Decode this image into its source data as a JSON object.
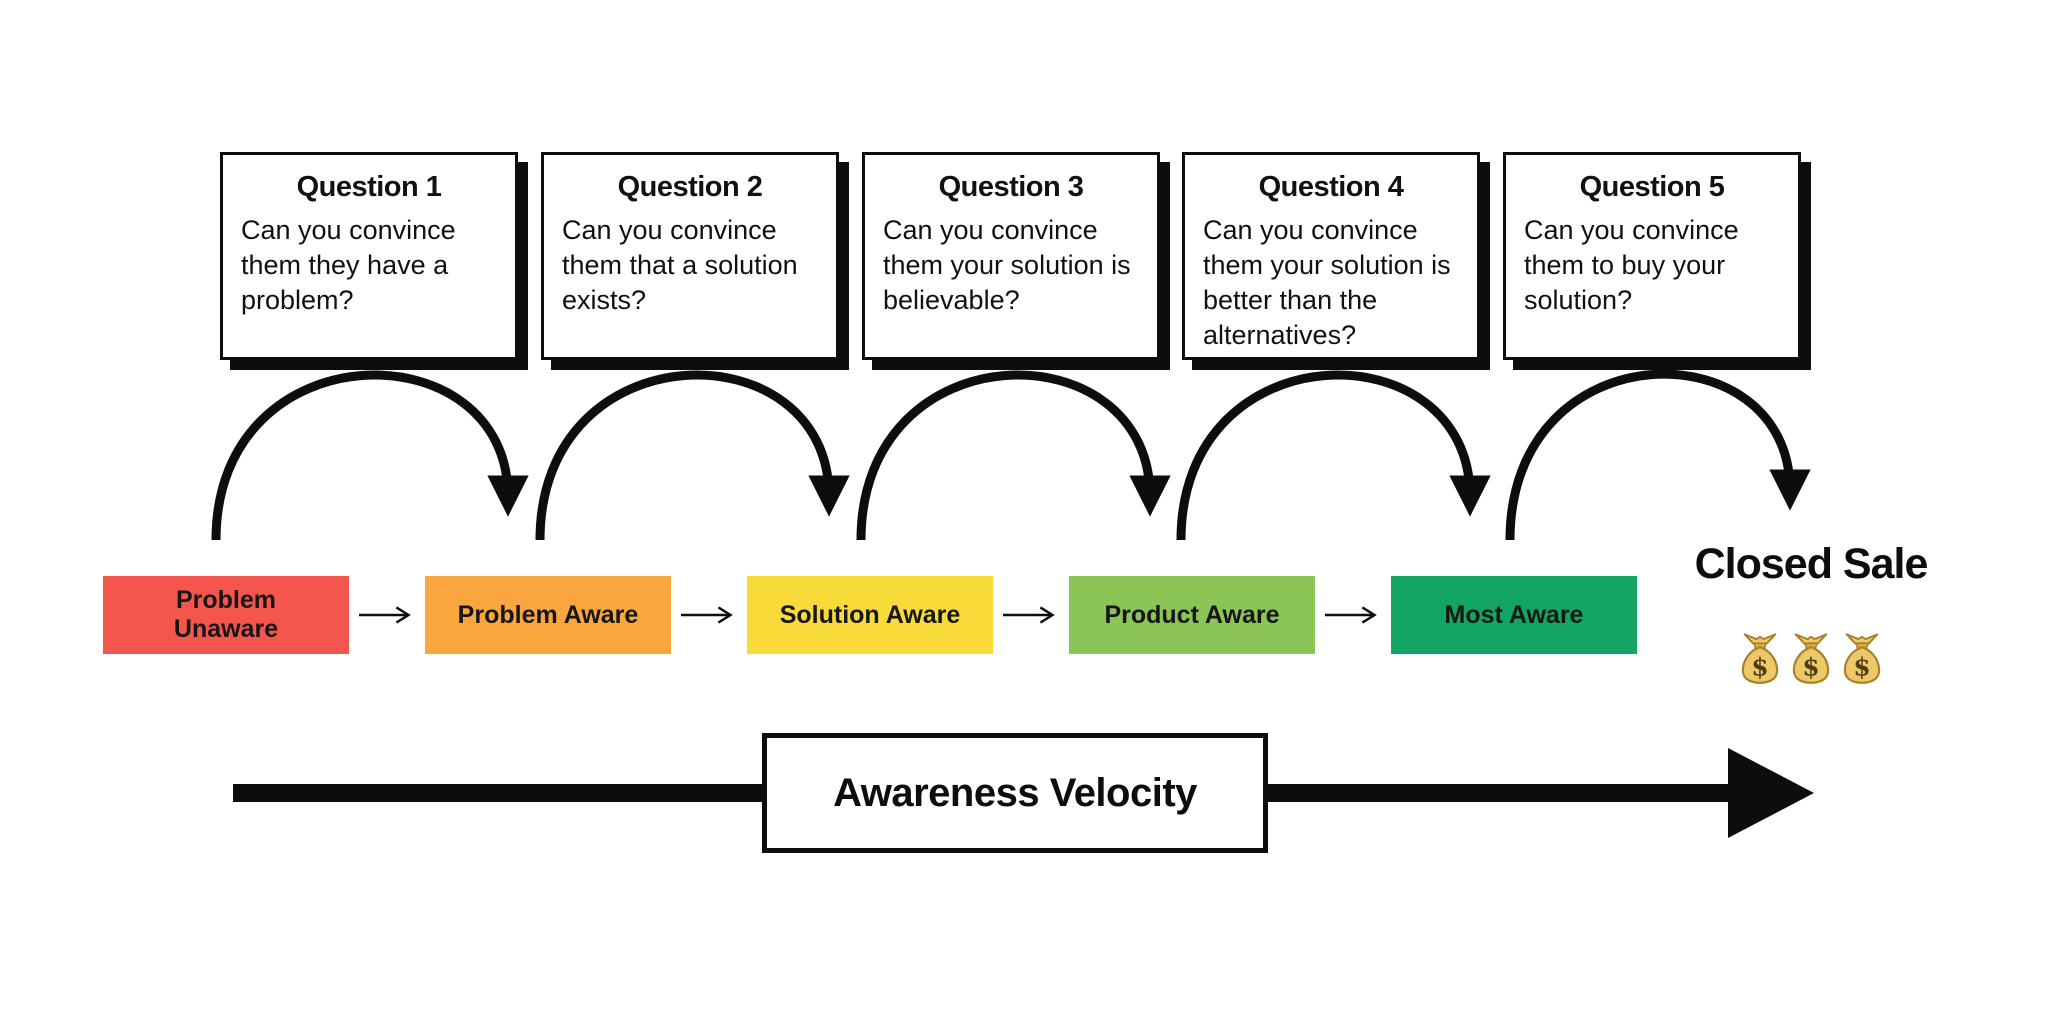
{
  "questions": [
    {
      "title": "Question 1",
      "body": "Can you convince them they have a problem?"
    },
    {
      "title": "Question 2",
      "body": "Can you convince them that a solution exists?"
    },
    {
      "title": "Question 3",
      "body": "Can you convince them your solution is believable?"
    },
    {
      "title": "Question 4",
      "body": "Can you convince them your solution is better than the alternatives?"
    },
    {
      "title": "Question 5",
      "body": "Can you convince them to buy your solution?"
    }
  ],
  "stages": [
    {
      "label": "Problem Unaware",
      "color": "#F4564D"
    },
    {
      "label": "Problem Aware",
      "color": "#F9A63E"
    },
    {
      "label": "Solution Aware",
      "color": "#F8DA39"
    },
    {
      "label": "Product Aware",
      "color": "#8CC557"
    },
    {
      "label": "Most Aware",
      "color": "#12A563"
    }
  ],
  "closed_sale": {
    "label": "Closed Sale",
    "money_bag_icon": "money-bag-icon",
    "money_bag_count": 3
  },
  "velocity": {
    "label": "Awareness Velocity"
  },
  "connectors": {
    "hop_arrow_count": 5,
    "stage_arrow_count": 4,
    "arrow_color": "#0d0d0d"
  },
  "colors": {
    "background": "#FFFFFF",
    "box_border": "#0d0d0d",
    "text": "#111111"
  }
}
